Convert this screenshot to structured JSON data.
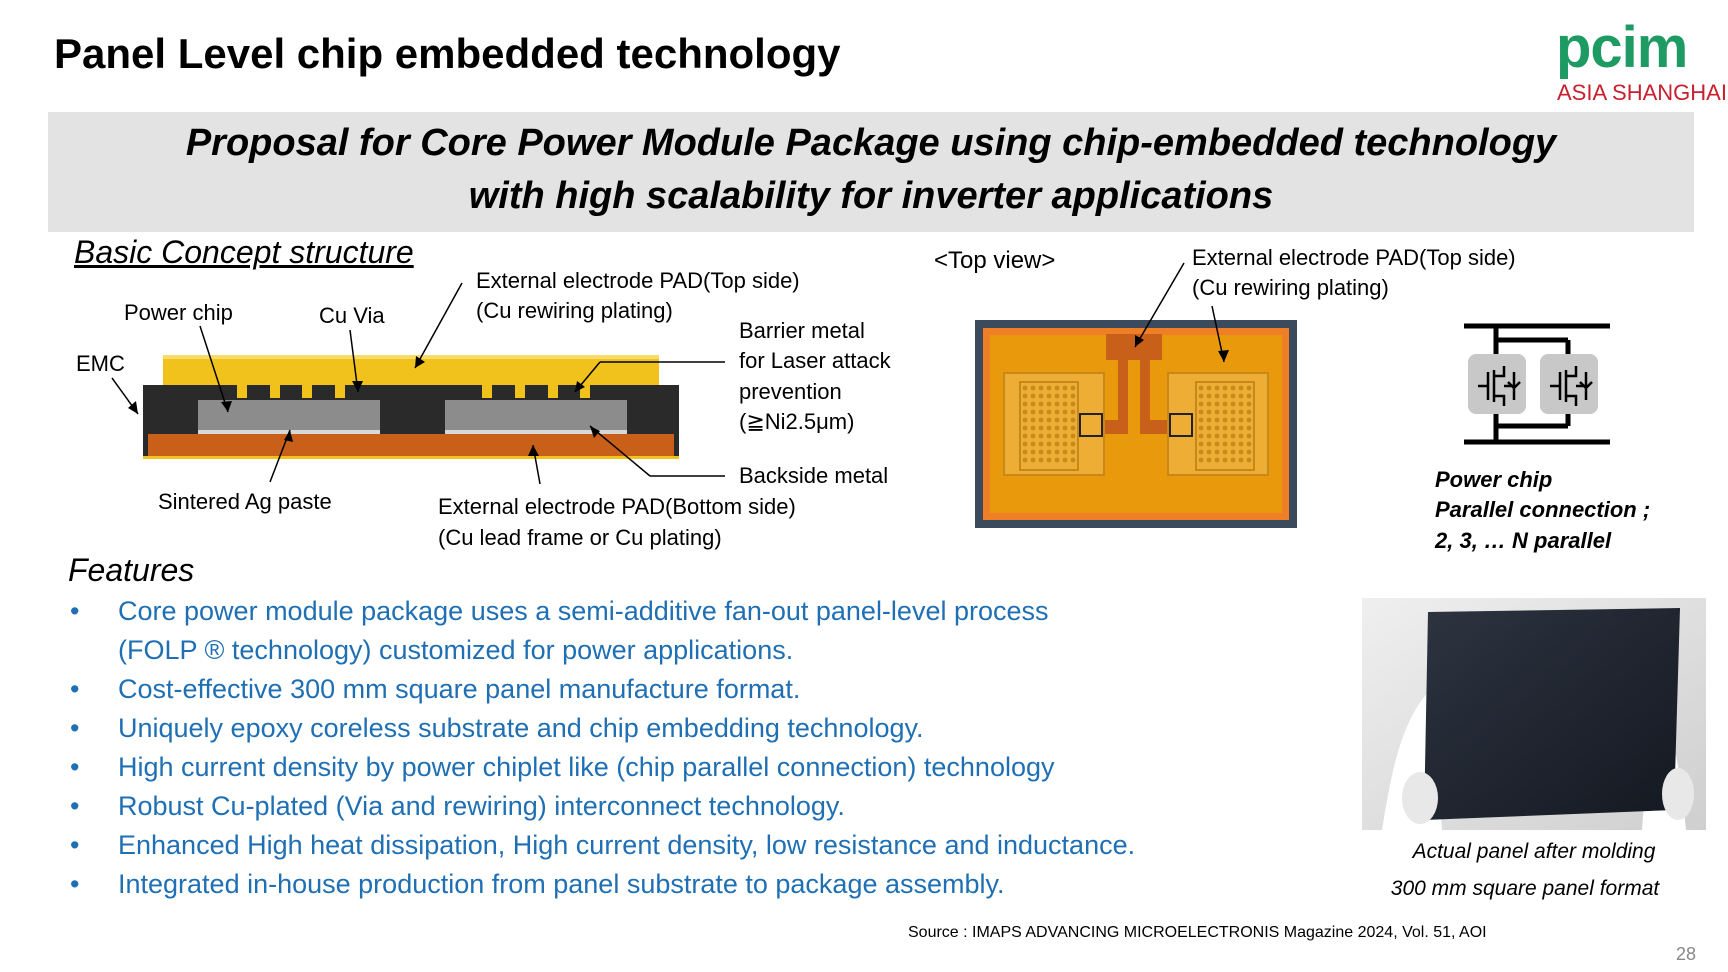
{
  "title": "Panel Level chip embedded technology",
  "logo": {
    "main": "pcim",
    "sub": "ASIA SHANGHAI",
    "main_color": "#1e9a63",
    "sub_color": "#c8202e"
  },
  "banner": {
    "line1": "Proposal for Core Power Module Package using chip-embedded technology",
    "line2": "with high scalability for inverter applications"
  },
  "cross_section": {
    "heading": "Basic Concept structure",
    "labels": {
      "power_chip": "Power chip",
      "cu_via": "Cu Via",
      "emc": "EMC",
      "ext_top_1": "External electrode PAD(Top side)",
      "ext_top_2": "(Cu rewiring plating)",
      "barrier_1": "Barrier metal",
      "barrier_2": "for Laser attack",
      "barrier_3": "prevention",
      "barrier_4": "(≧Ni2.5μm)",
      "backside_metal": "Backside metal",
      "sintered": "Sintered Ag paste",
      "ext_bottom_1": "External electrode PAD(Bottom side)",
      "ext_bottom_2": "(Cu lead frame or Cu plating)"
    }
  },
  "top_view": {
    "heading": "<Top view>",
    "label_1": "External electrode PAD(Top side)",
    "label_2": "(Cu rewiring plating)"
  },
  "parallel": {
    "line1": "Power chip",
    "line2": "Parallel connection ;",
    "line3": "2, 3,  … N parallel"
  },
  "features": {
    "heading": "Features",
    "items": [
      {
        "text": "Core power module package uses a semi-additive fan-out panel-level process"
      },
      {
        "text": "(FOLP ® technology) customized for power applications.",
        "continuation": true
      },
      {
        "text": "Cost-effective 300 mm square panel manufacture format."
      },
      {
        "text": "Uniquely epoxy coreless substrate and chip embedding technology."
      },
      {
        "text": "High current density by power chiplet like (chip parallel connection) technology"
      },
      {
        "text": "Robust Cu-plated (Via and rewiring) interconnect technology."
      },
      {
        "text": "Enhanced High heat dissipation, High current density, low resistance and inductance."
      },
      {
        "text": "Integrated in-house production from panel substrate to package assembly."
      }
    ],
    "bullet": "•",
    "color": "#1f6fb4"
  },
  "photo": {
    "caption_1": "Actual panel after molding",
    "caption_2": "300 mm square panel format"
  },
  "source": "Source : IMAPS ADVANCING MICROELECTRONIS Magazine 2024, Vol. 51,  AOI",
  "page_number": "28",
  "colors": {
    "emc": "#2a2a2a",
    "rewiring": "#f2c21c",
    "backside": "#c8601a",
    "chip": "#8c8c8c",
    "pad": "#e99a0c",
    "frame": "#3b4a5c"
  }
}
